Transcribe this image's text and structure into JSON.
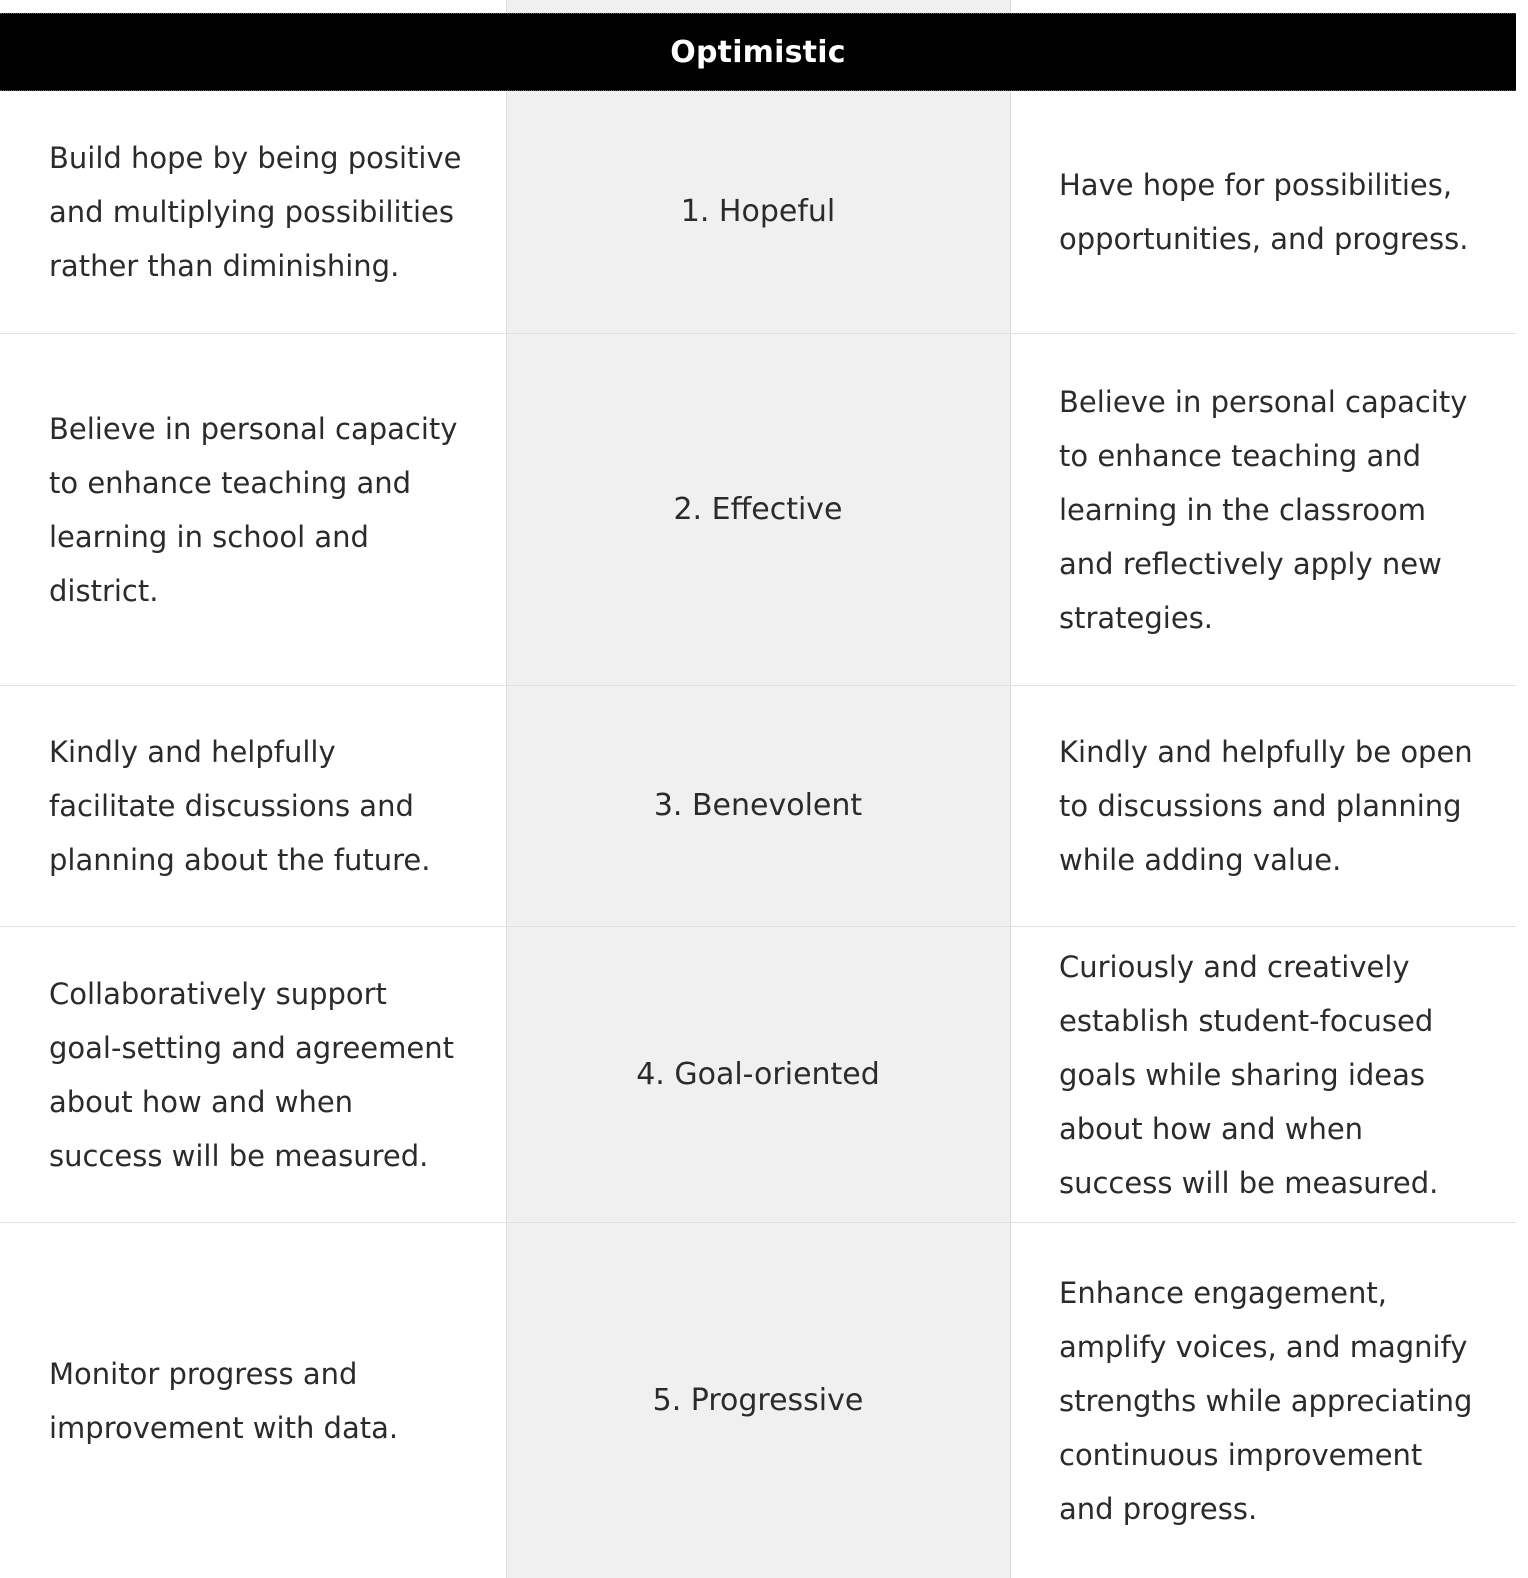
{
  "table": {
    "header": "Optimistic",
    "rows": [
      {
        "left": "Build hope by being positive and multiplying possibilities rather than diminishing.",
        "middle": "1. Hopeful",
        "right": "Have hope for possibilities, opportunities, and progress."
      },
      {
        "left": "Believe in personal capacity to enhance teaching and learning in school and district.",
        "middle": "2. Effective",
        "right": "Believe in personal capacity to enhance teaching and learning in the classroom and reflectively apply new strategies."
      },
      {
        "left": "Kindly and helpfully facilitate discussions and planning about the future.",
        "middle": "3. Benevolent",
        "right": "Kindly and helpfully be open to discussions and planning while adding value."
      },
      {
        "left": "Collaboratively support goal-setting and agreement about how and when success will be measured.",
        "middle": "4. Goal-oriented",
        "right": "Curiously and creatively establish student-focused goals while sharing ideas about how and when success will be measured."
      },
      {
        "left": "Monitor progress and improvement with data.",
        "middle": "5. Progressive",
        "right": "Enhance engagement, amplify voices, and magnify strengths while appreciating continuous improvement and progress."
      }
    ]
  }
}
